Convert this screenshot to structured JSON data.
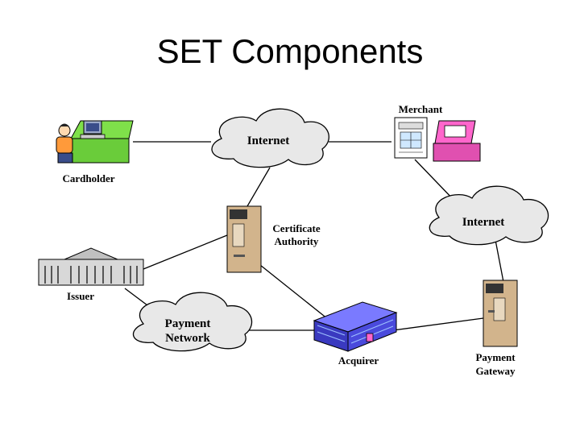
{
  "title": "SET Components",
  "nodes": {
    "cardholder": "Cardholder",
    "merchant": "Merchant",
    "internet_top": "Internet",
    "internet_right": "Internet",
    "ca_line1": "Certificate",
    "ca_line2": "Authority",
    "issuer": "Issuer",
    "payment_network_line1": "Payment",
    "payment_network_line2": "Network",
    "acquirer": "Acquirer",
    "gateway_line1": "Payment",
    "gateway_line2": "Gateway"
  },
  "colors": {
    "cloud_fill": "#e8e8e8",
    "desk": "#7fe04a",
    "person_shirt": "#ff9a3a",
    "register": "#ff66cc",
    "server": "#d2b48c",
    "acquirer_building": "#4a4adc",
    "bank_building": "#d8d8d8"
  }
}
